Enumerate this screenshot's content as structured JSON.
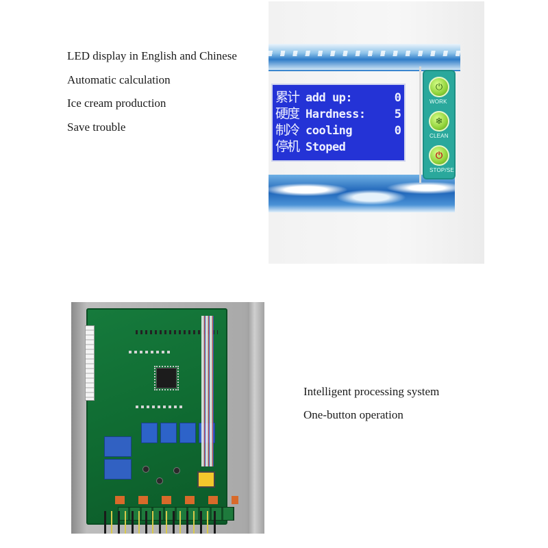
{
  "top_features": [
    "LED display in English and Chinese",
    "Automatic calculation",
    "Ice cream production",
    "Save trouble"
  ],
  "lcd": {
    "rows": [
      {
        "zh": "累计",
        "en": "add up:",
        "value": "0"
      },
      {
        "zh": "硬度",
        "en": "Hardness:",
        "value": "5"
      },
      {
        "zh": "制冷",
        "en": "cooling",
        "value": "0"
      },
      {
        "zh": "停机",
        "en": "Stoped",
        "value": ""
      }
    ],
    "background_color": "#2433d6"
  },
  "control_buttons": [
    {
      "label": "WORK",
      "icon": "power-leaf-icon"
    },
    {
      "label": "CLEAN",
      "icon": "snowflake-icon"
    },
    {
      "label": "STOP/SE",
      "icon": "power-icon"
    }
  ],
  "bottom_features": [
    "Intelligent processing system",
    "One-button operation"
  ],
  "colors": {
    "lcd_blue": "#2433d6",
    "control_teal": "#2aa89c",
    "button_green": "#8fd23a",
    "pcb_green": "#0f6a31"
  }
}
